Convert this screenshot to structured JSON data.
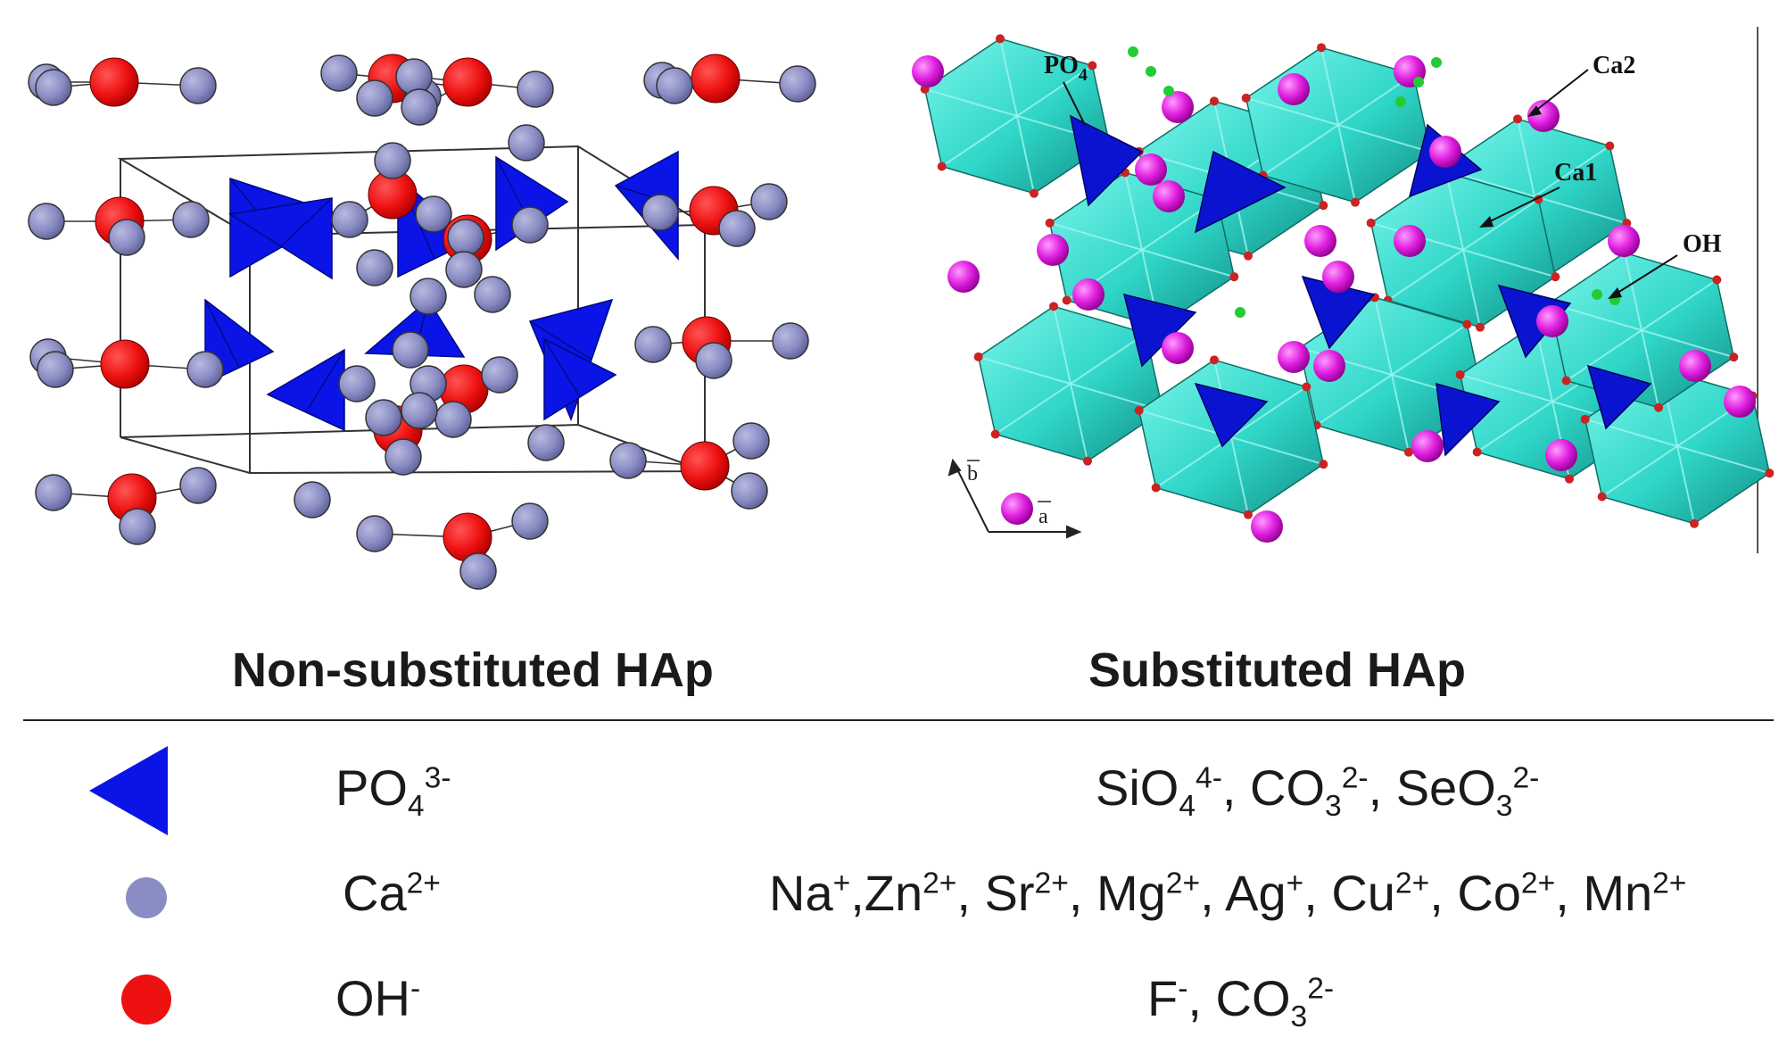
{
  "headers": {
    "left": "Non-substituted HAp",
    "right": "Substituted HAp"
  },
  "structure_labels": {
    "po4": "PO",
    "po4_sub": "4",
    "ca2": "Ca2",
    "ca1": "Ca1",
    "oh": "OH",
    "axis_b": "b",
    "axis_a": "a"
  },
  "legend": [
    {
      "symbol": "blue-triangle-icon",
      "ion": [
        {
          "t": "PO"
        },
        {
          "sub": "4"
        },
        {
          "sup": "3-"
        }
      ],
      "substitutes": [
        {
          "t": "SiO"
        },
        {
          "sub": "4"
        },
        {
          "sup": "4-"
        },
        {
          "t": ", CO"
        },
        {
          "sub": "3"
        },
        {
          "sup": "2-"
        },
        {
          "t": ", SeO"
        },
        {
          "sub": "3"
        },
        {
          "sup": "2-"
        }
      ]
    },
    {
      "symbol": "gray-sphere-icon",
      "ion": [
        {
          "t": "Ca"
        },
        {
          "sup": "2+"
        }
      ],
      "substitutes": [
        {
          "t": "Na"
        },
        {
          "sup": "+"
        },
        {
          "t": ",Zn"
        },
        {
          "sup": "2+"
        },
        {
          "t": ", Sr"
        },
        {
          "sup": "2+"
        },
        {
          "t": ", Mg"
        },
        {
          "sup": "2+"
        },
        {
          "t": ", Ag"
        },
        {
          "sup": "+"
        },
        {
          "t": ", Cu"
        },
        {
          "sup": "2+"
        },
        {
          "t": ", Co"
        },
        {
          "sup": "2+"
        },
        {
          "t": ", Mn"
        },
        {
          "sup": "2+"
        }
      ]
    },
    {
      "symbol": "red-sphere-icon",
      "ion": [
        {
          "t": "OH"
        },
        {
          "sup": "-"
        }
      ],
      "substitutes": [
        {
          "t": "F"
        },
        {
          "sup": "-"
        },
        {
          "t": ", CO"
        },
        {
          "sub": "3"
        },
        {
          "sup": "2-"
        }
      ]
    }
  ],
  "colors": {
    "phosphate": "#0a14e6",
    "calcium": "#8a8cc4",
    "hydroxyl": "#ee1111",
    "ca_sites": "#e020e0",
    "polyhedra": "#2fd6c8",
    "oh_green": "#22cc33",
    "oxygen": "#cc2222"
  }
}
